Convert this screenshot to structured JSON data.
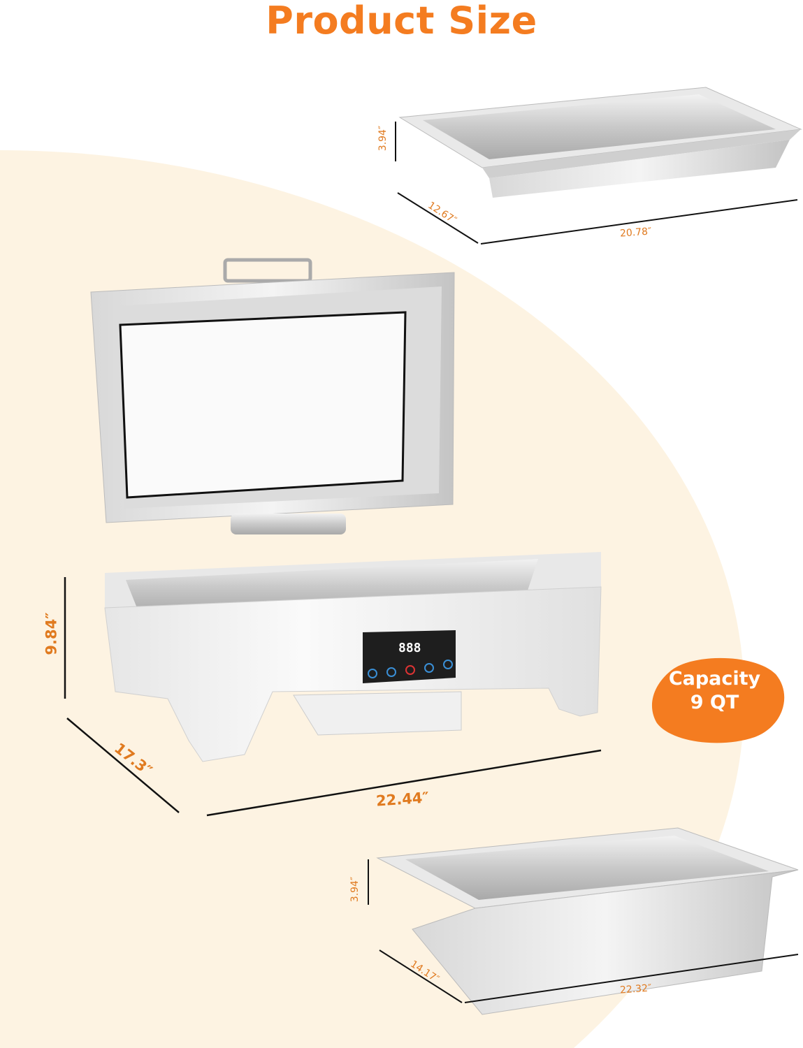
{
  "title": "Product Size",
  "colors": {
    "accent": "#f47c20",
    "background_blob": "#fdf3e2"
  },
  "top_pan": {
    "height": "3.94″",
    "depth": "12.67″",
    "width": "20.78″"
  },
  "chafer": {
    "height": "9.84″",
    "depth": "17.3″",
    "width": "22.44″",
    "display": "888"
  },
  "bottom_pan": {
    "height": "3.94″",
    "depth": "14.17″",
    "width": "22.32″"
  },
  "capacity": {
    "line1": "Capacity",
    "line2": "9 QT"
  }
}
